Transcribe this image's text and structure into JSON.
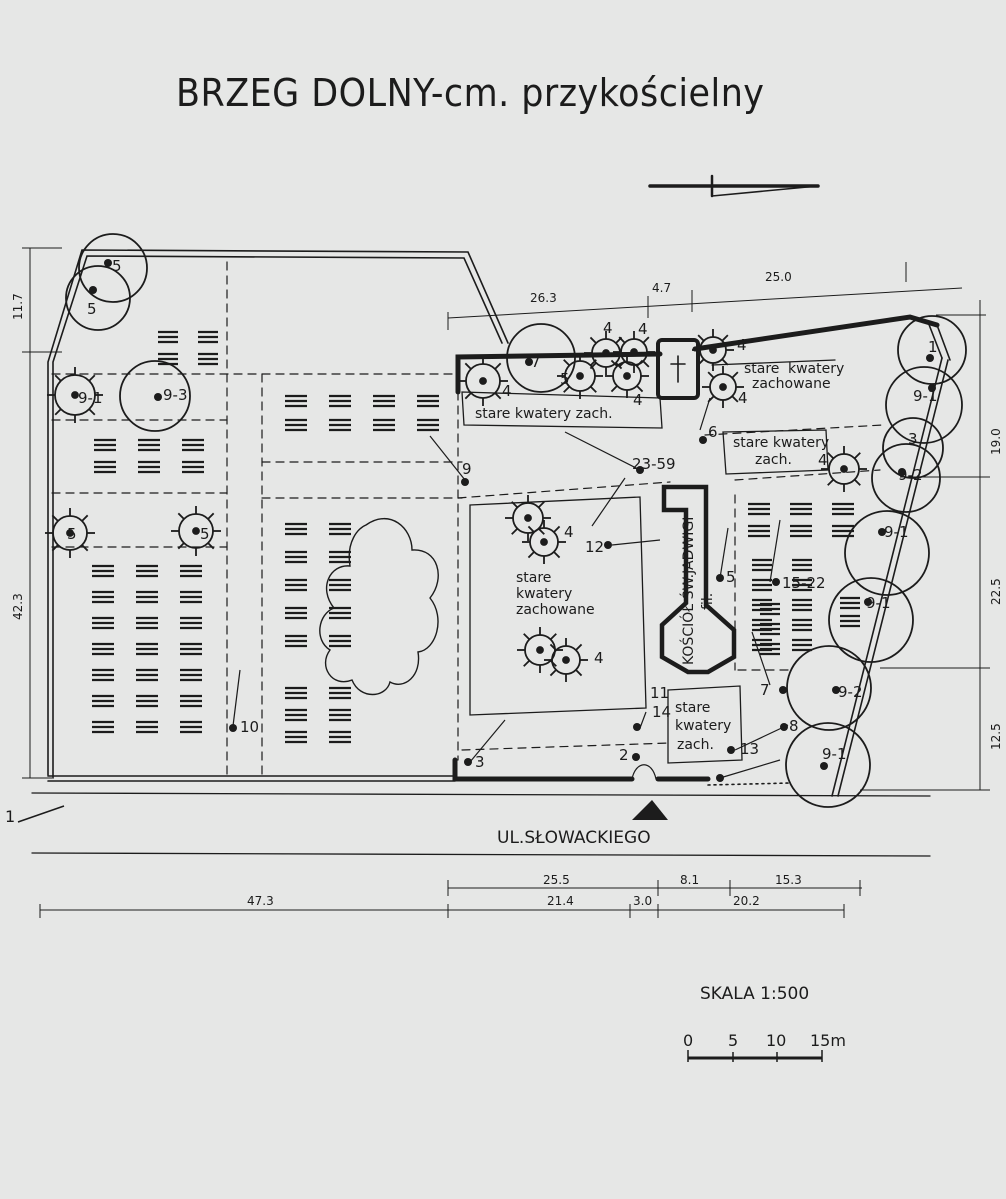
{
  "title": "BRZEG DOLNY-cm. przykościelny",
  "street": "UL.SŁOWACKIEGO",
  "scale": {
    "label": "SKALA 1:500",
    "ticks": [
      "0",
      "5",
      "10",
      "15m"
    ]
  },
  "church_label": [
    "KOŚCIÓŁ ŚW.JADWIGI",
    "fil."
  ],
  "area_labels": {
    "sk_zach_top_left": "stare kwatery zach.",
    "sk_zachowane_top_right": [
      "stare",
      "kwatery",
      "zachowane"
    ],
    "sk_zach_right": [
      "stare kwatery",
      "zach."
    ],
    "sk_zachowane_center": [
      "stare",
      "kwatery",
      "zachowane"
    ],
    "sk_zach_bottom": [
      "stare",
      "kwatery",
      "zach."
    ]
  },
  "markers": [
    "1",
    "2",
    "3",
    "4",
    "5",
    "6",
    "7",
    "8",
    "9",
    "9-1",
    "9-2",
    "9-3",
    "10",
    "11",
    "12",
    "13",
    "14",
    "15-22",
    "23-59"
  ],
  "dimensions": {
    "top": [
      "26.3",
      "4.7",
      "25.0"
    ],
    "left": [
      "11.7",
      "42.3"
    ],
    "right": [
      "19.0",
      "22.5",
      "12.5"
    ],
    "bottom_row1": [
      "25.5",
      "8.1",
      "15.3"
    ],
    "bottom_row2": [
      "47.3",
      "21.4",
      "3.0",
      "20.2"
    ]
  },
  "colors": {
    "paper": "#e6e7e6",
    "ink": "#1c1c1c"
  }
}
